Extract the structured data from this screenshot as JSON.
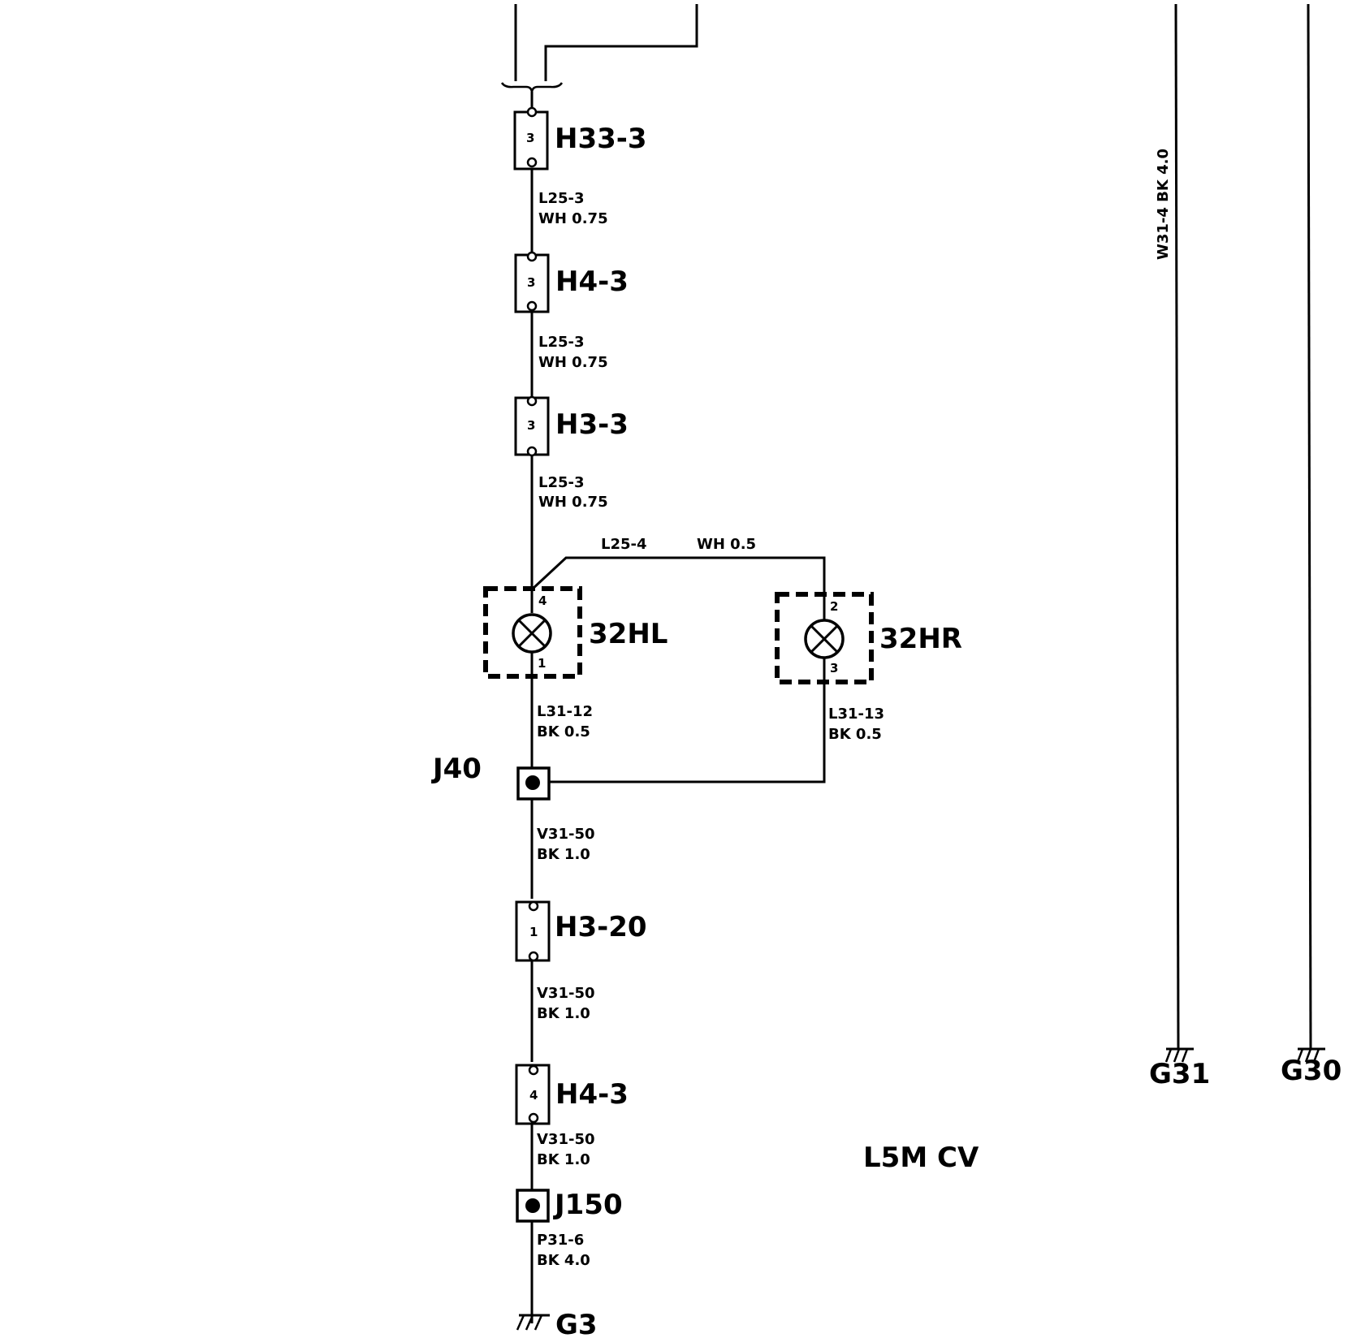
{
  "connectors": {
    "h33": {
      "name": "H33-3",
      "pin": "3"
    },
    "h4a": {
      "name": "H4-3",
      "pin": "3"
    },
    "h3a": {
      "name": "H3-3",
      "pin": "3"
    },
    "h320": {
      "name": "H3-20",
      "pin": "1"
    },
    "h4b": {
      "name": "H4-3",
      "pin": "4"
    }
  },
  "wires": {
    "w1": {
      "id": "L25-3",
      "spec": "WH 0.75"
    },
    "w2": {
      "id": "L25-3",
      "spec": "WH 0.75"
    },
    "w3": {
      "id": "L25-3",
      "spec": "WH 0.75"
    },
    "w_branch_id": "L25-4",
    "w_branch_spec": "WH 0.5",
    "w_l31_12": {
      "id": "L31-12",
      "spec": "BK  0.5"
    },
    "w_l31_13": {
      "id": "L31-13",
      "spec": "BK  0.5"
    },
    "w_v31_a": {
      "id": "V31-50",
      "spec": "BK  1.0"
    },
    "w_v31_b": {
      "id": "V31-50",
      "spec": "BK  1.0"
    },
    "w_v31_c": {
      "id": "V31-50",
      "spec": "BK  1.0"
    },
    "w_p31": {
      "id": "P31-6",
      "spec": "BK  4.0"
    },
    "w_w31": "W31-4   BK  4.0"
  },
  "lamps": {
    "left": {
      "name": "32HL",
      "pin_top": "4",
      "pin_bottom": "1"
    },
    "right": {
      "name": "32HR",
      "pin_top": "2",
      "pin_bottom": "3"
    }
  },
  "junctions": {
    "j40": "J40",
    "j150": "J150"
  },
  "grounds": {
    "g3": "G3",
    "g31": "G31",
    "g30": "G30"
  },
  "variant_label": "L5M CV"
}
